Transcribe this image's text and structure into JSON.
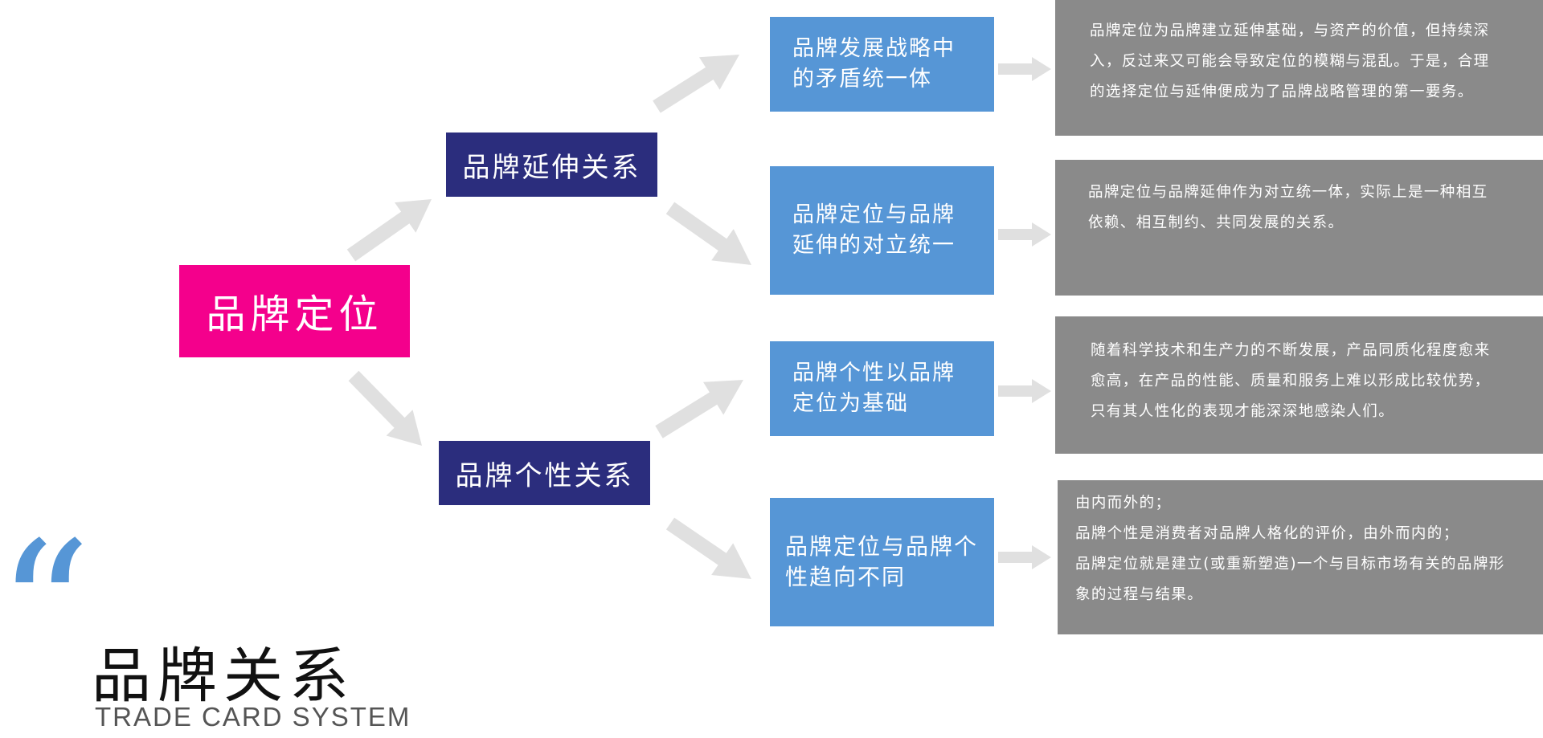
{
  "colors": {
    "root": "#f4008c",
    "mid": "#2b2d7d",
    "leaf": "#5696d6",
    "desc": "#8a8a8a",
    "arrow": "#e0e0e0",
    "quote": "#5696d6"
  },
  "root": {
    "label": "品牌定位"
  },
  "branches": [
    {
      "label": "品牌延伸关系"
    },
    {
      "label": "品牌个性关系"
    }
  ],
  "leaves": [
    {
      "lines": [
        "品牌发展战略中",
        "的矛盾统一体"
      ]
    },
    {
      "lines": [
        "品牌定位与品牌",
        "延伸的对立统一"
      ]
    },
    {
      "lines": [
        "品牌个性以品牌",
        "定位为基础"
      ]
    },
    {
      "lines": [
        "品牌定位与品牌个",
        "性趋向不同"
      ]
    }
  ],
  "descriptions": [
    {
      "lines": [
        "品牌定位为品牌建立延伸基础，与资产的价值，但持续深",
        "入，反过来又可能会导致定位的模糊与混乱。于是，合理",
        "的选择定位与延伸便成为了品牌战略管理的第一要务。"
      ]
    },
    {
      "lines": [
        "品牌定位与品牌延伸作为对立统一体，实际上是一种相互",
        "依赖、相互制约、共同发展的关系。"
      ]
    },
    {
      "lines": [
        "随着科学技术和生产力的不断发展，产品同质化程度愈来",
        "愈高，在产品的性能、质量和服务上难以形成比较优势，",
        "只有其人性化的表现才能深深地感染人们。"
      ]
    },
    {
      "lines": [
        "由内而外的；",
        "品牌个性是消费者对品牌人格化的评价，由外而内的；",
        "品牌定位就是建立(或重新塑造)一个与目标市场有关的品牌形",
        "象的过程与结果。"
      ]
    }
  ],
  "footer": {
    "quote_mark": "“",
    "title": "品牌关系",
    "subtitle": "TRADE CARD SYSTEM"
  }
}
